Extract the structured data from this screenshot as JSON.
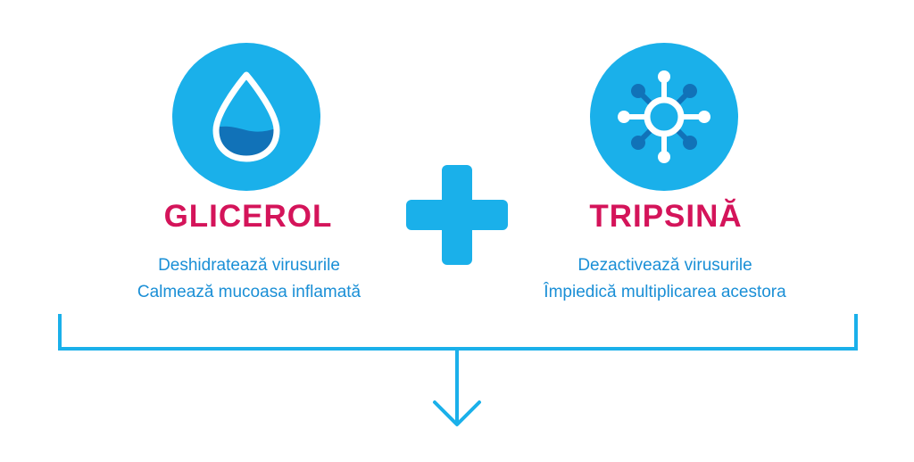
{
  "colors": {
    "accent_blue": "#1ab0ea",
    "dark_blue": "#1172b8",
    "title_pink": "#d4145a",
    "text_blue": "#1a8fd6",
    "white": "#ffffff"
  },
  "left": {
    "icon": "water-drop-icon",
    "title": "GLICEROL",
    "lines": [
      "Deshidratează virusurile",
      "Calmează mucoasa inflamată"
    ]
  },
  "right": {
    "icon": "virus-molecule-icon",
    "title": "TRIPSINĂ",
    "lines": [
      "Dezactivează virusurile",
      "Împiedică multiplicarea acestora"
    ]
  },
  "plus_icon": "plus-icon",
  "arrow_icon": "arrow-down-icon"
}
